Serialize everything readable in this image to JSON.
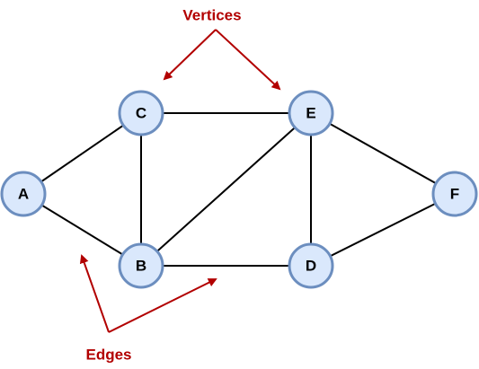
{
  "nodes": [
    {
      "id": "A",
      "label": "A"
    },
    {
      "id": "B",
      "label": "B"
    },
    {
      "id": "C",
      "label": "C"
    },
    {
      "id": "D",
      "label": "D"
    },
    {
      "id": "E",
      "label": "E"
    },
    {
      "id": "F",
      "label": "F"
    }
  ],
  "edges": [
    [
      "A",
      "C"
    ],
    [
      "A",
      "B"
    ],
    [
      "C",
      "B"
    ],
    [
      "C",
      "E"
    ],
    [
      "B",
      "E"
    ],
    [
      "B",
      "D"
    ],
    [
      "E",
      "D"
    ],
    [
      "E",
      "F"
    ],
    [
      "D",
      "F"
    ]
  ],
  "annotations": {
    "vertices_label": "Vertices",
    "edges_label": "Edges"
  },
  "colors": {
    "node_fill": "#dae8fc",
    "node_stroke": "#6c8ebf",
    "edge": "#000000",
    "annotation": "#b20000"
  }
}
